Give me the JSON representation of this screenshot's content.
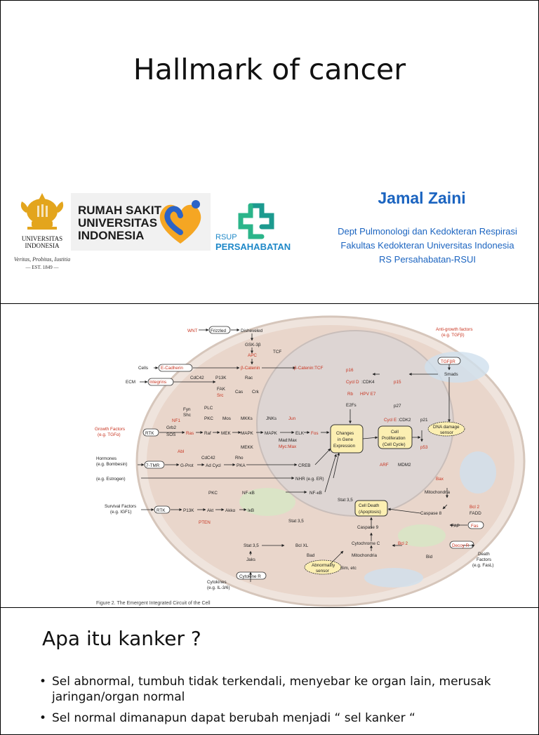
{
  "slide1": {
    "title": "Hallmark of cancer",
    "ui_logo": {
      "name_line1": "UNIVERSITAS",
      "name_line2": "INDONESIA",
      "motto": "Veritas, Probitas, Iustitia",
      "est": "— EST. 1849 —"
    },
    "rsui_logo": {
      "line1": "RUMAH SAKIT",
      "line2": "UNIVERSITAS",
      "line3": "INDONESIA"
    },
    "rsup_logo": {
      "small": "RSUP",
      "big": "PERSAHABATAN"
    },
    "author": "Jamal Zaini",
    "affiliations": [
      "Dept Pulmonologi dan Kedokteran Respirasi",
      "Fakultas Kedokteran Universitas Indonesia",
      "RS Persahabatan-RSUI"
    ]
  },
  "slide2": {
    "caption": "Figure 2.  The Emergent Integrated Circuit of the Cell",
    "labels": {
      "wnt": "WNT",
      "frizzled": "Frizzled",
      "disheveled": "Disheveled",
      "gsk": "GSK-3β",
      "apc": "APC",
      "tcf": "TCF",
      "bcat_tcf": "β-Catenin:TCF",
      "cells": "Cells",
      "ecad": "E-Cadherin",
      "bcat": "β-Catenin",
      "ecm": "ECM",
      "integrins": "Integrins",
      "cdc42": "CdC42",
      "p13k": "P13K",
      "rac": "Rac",
      "fak": "FAK",
      "src": "Src",
      "cas": "Cas",
      "crk": "Crk",
      "fyn": "Fyn",
      "shc": "Shc",
      "nf1": "NF1",
      "plc": "PLC",
      "pkc": "PKC",
      "mos": "Mos",
      "mkks": "MKKs",
      "jnks": "JNKs",
      "jun": "Jun",
      "growth1": "Growth Factors",
      "growth2": "(e.g. TGFα)",
      "rtk": "RTK",
      "grb2": "Grb2",
      "sos": "SOS",
      "ras": "Ras",
      "raf": "Raf",
      "mek": "MEK",
      "mapk": "MAPK",
      "elk": "ELK",
      "fos": "Fos",
      "madmax": "Mad:Max",
      "mycmax": "Myc:Max",
      "mekk": "MEKK",
      "abl": "Abl",
      "cdc42b": "CdC42",
      "rho": "Rho",
      "hormones1": "Hormones",
      "hormones2": "(e.g. Bombesin)",
      "tmr": "7-TMR",
      "gprot": "G-Prot",
      "adcycl": "Ad Cycl",
      "pka": "PKA",
      "creb": "CREB",
      "estrogen": "(e.g. Estrogen)",
      "nhr": "NHR (e.g. ER)",
      "pkc2": "PKC",
      "nfkb": "NF-κB",
      "nfkb2": "NF-κB",
      "survival1": "Survival Factors",
      "survival2": "(e.g. IGF1)",
      "rtk2": "RTK",
      "p13k2": "P13K",
      "akt": "Akt",
      "akkb": "Akkα",
      "ikb": "IκB",
      "pten": "PTEN",
      "stat35a": "Stat 3,5",
      "stat35b": "Stat 3,5",
      "stat35c": "Stat 3,5",
      "bclxl": "Bcl XL",
      "jaks": "Jaks",
      "bad": "Bad",
      "cytokines1": "Cytokines",
      "cytokines2": "(e.g. IL-3/6)",
      "cytokiner": "Cytokine R",
      "abn1": "Abnormality",
      "abn2": "sensor",
      "bim": "Bim, etc",
      "mito": "Mitochondria",
      "cytoc": "Cytochrome C",
      "bcl2b": "Bcl 2",
      "casp9": "Caspase 9",
      "celldeath1": "Cell Death",
      "celldeath2": "(Apoptosis)",
      "changes1": "Changes",
      "changes2": "in Gene",
      "changes3": "Expression",
      "p16": "p16",
      "cycld": "Cycl D",
      "cdk4": ":CDK4",
      "rb": "Rb",
      "hpv": "HPV E7",
      "e2fs": "E2Fs",
      "p15": "p15",
      "p27": "p27",
      "cycle": "Cycl E",
      "cdk2": ":CDK2",
      "p21": "p21",
      "prolif1": "Cell",
      "prolif2": "Proliferation",
      "prolif3": "(Cell Cycle)",
      "dna1": "DNA damage",
      "dna2": "sensor",
      "p53": "p53",
      "arf": "ARF",
      "mdm2": "MDM2",
      "bax": "Bax",
      "mito2": "Mitochondria",
      "bcl2": "Bcl 2",
      "fadd": "FADD",
      "casp8": "Caspase 8",
      "fap": "FAP",
      "fas": "Fas",
      "bid": "Bid",
      "decoy": "Decoy R",
      "death1": "Death",
      "death2": "Factors",
      "death3": "(e.g. FasL)",
      "antig1": "Anti-growth factors",
      "antig2": "(e.g. TGFβ)",
      "tgfbr": "TGFβR",
      "smads": "Smads"
    }
  },
  "slide3": {
    "heading": "Apa itu kanker ?",
    "bullets": [
      "Sel abnormal, tumbuh tidak terkendali, menyebar ke organ lain, merusak jaringan/organ normal",
      "Sel normal dimanapun dapat berubah menjadi “ sel kanker “"
    ]
  }
}
